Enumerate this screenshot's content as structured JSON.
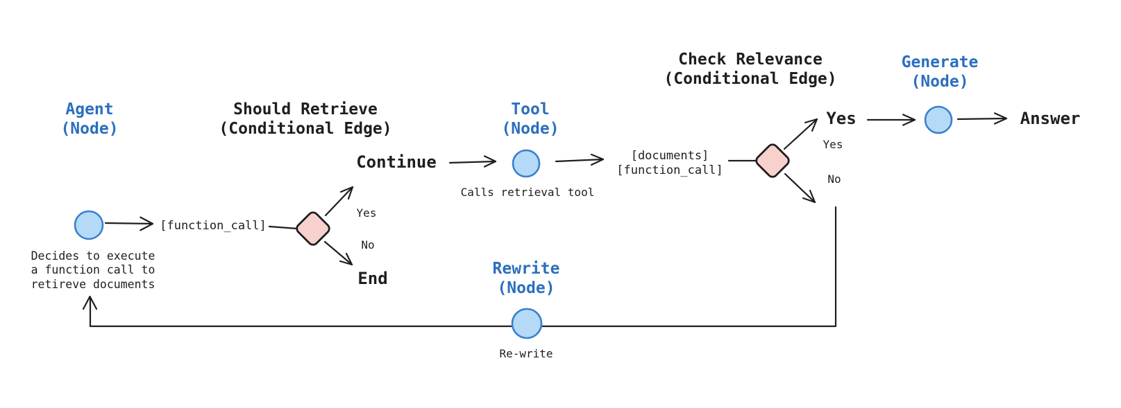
{
  "diagram": {
    "agent": {
      "title": "Agent\n(Node)",
      "caption": "Decides to execute\na function call to\nretireve documents"
    },
    "should_retrieve": {
      "title": "Should Retrieve\n(Conditional Edge)",
      "input_label": "[function_call]",
      "continue_label": "Continue",
      "yes_label": "Yes",
      "no_label": "No",
      "end_label": "End"
    },
    "tool": {
      "title": "Tool\n(Node)",
      "caption": "Calls retrieval tool",
      "output_label": "[documents]\n[function_call]"
    },
    "check_relevance": {
      "title": "Check Relevance\n(Conditional Edge)",
      "yes_branch_label": "Yes",
      "yes_label": "Yes",
      "no_label": "No"
    },
    "generate": {
      "title": "Generate\n(Node)",
      "answer_label": "Answer"
    },
    "rewrite": {
      "title": "Rewrite\n(Node)",
      "caption": "Re-write"
    }
  },
  "colors": {
    "heading_blue": "#2b6fbe",
    "text_dark": "#1e1e1e",
    "node_fill": "#b4daf8",
    "node_stroke": "#3b80cc",
    "diamond_fill": "#f8d1cd",
    "diamond_stroke": "#1e1e1e",
    "arrow_stroke": "#1e1e1e",
    "background": "#ffffff"
  }
}
